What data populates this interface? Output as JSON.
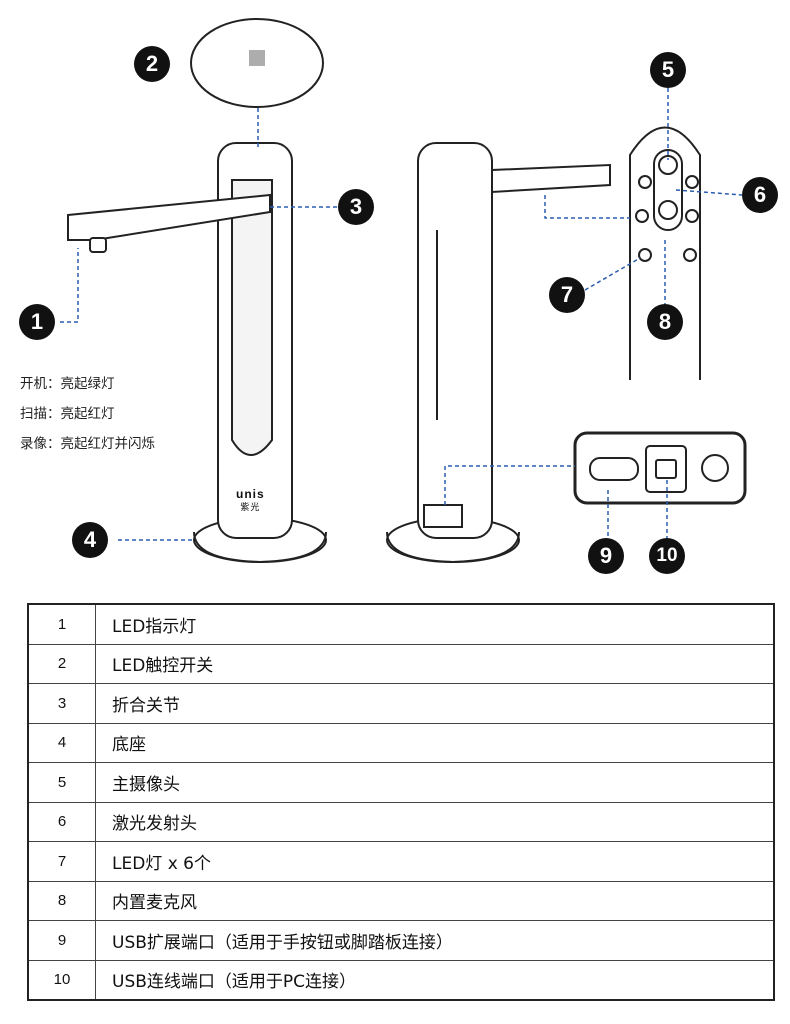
{
  "callouts": [
    "1",
    "2",
    "3",
    "4",
    "5",
    "6",
    "7",
    "8",
    "9",
    "10"
  ],
  "logo": {
    "brand": "unis",
    "brand_cn": "紫光"
  },
  "status_notes": [
    "开机：亮起绿灯",
    "扫描：亮起红灯",
    "录像：亮起红灯并闪烁"
  ],
  "table": {
    "rows": [
      {
        "num": "1",
        "desc": "LED指示灯"
      },
      {
        "num": "2",
        "desc": "LED触控开关"
      },
      {
        "num": "3",
        "desc": "折合关节"
      },
      {
        "num": "4",
        "desc": "底座"
      },
      {
        "num": "5",
        "desc": "主摄像头"
      },
      {
        "num": "6",
        "desc": "激光发射头"
      },
      {
        "num": "7",
        "desc": " LED灯 x 6个"
      },
      {
        "num": "8",
        "desc": "内置麦克风"
      },
      {
        "num": "9",
        "desc": "USB扩展端口（适用于手按钮或脚踏板连接）"
      },
      {
        "num": "10",
        "desc": "USB连线端口（适用于PC连接）"
      }
    ]
  }
}
